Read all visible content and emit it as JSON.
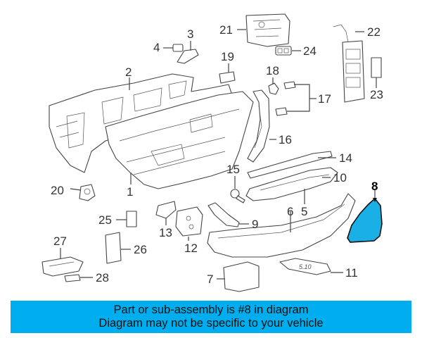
{
  "callouts": {
    "c1": "1",
    "c2": "2",
    "c3": "3",
    "c4": "4",
    "c5": "5",
    "c6": "6",
    "c7": "7",
    "c8": "8",
    "c9": "9",
    "c10": "10",
    "c11": "11",
    "c12": "12",
    "c13": "13",
    "c14": "14",
    "c15": "15",
    "c16": "16",
    "c17": "17",
    "c18": "18",
    "c19": "19",
    "c20": "20",
    "c21": "21",
    "c22": "22",
    "c23": "23",
    "c24": "24",
    "c25": "25",
    "c26": "26",
    "c27": "27",
    "c28": "28"
  },
  "highlight": {
    "part_number": "8",
    "color": "#1ab0e6"
  },
  "banner": {
    "line1": "Part or sub-assembly is #8 in diagram",
    "line2": "Diagram may not be specific to your vehicle",
    "color": "#00aeef"
  },
  "parts_sticker_text": "5.10"
}
